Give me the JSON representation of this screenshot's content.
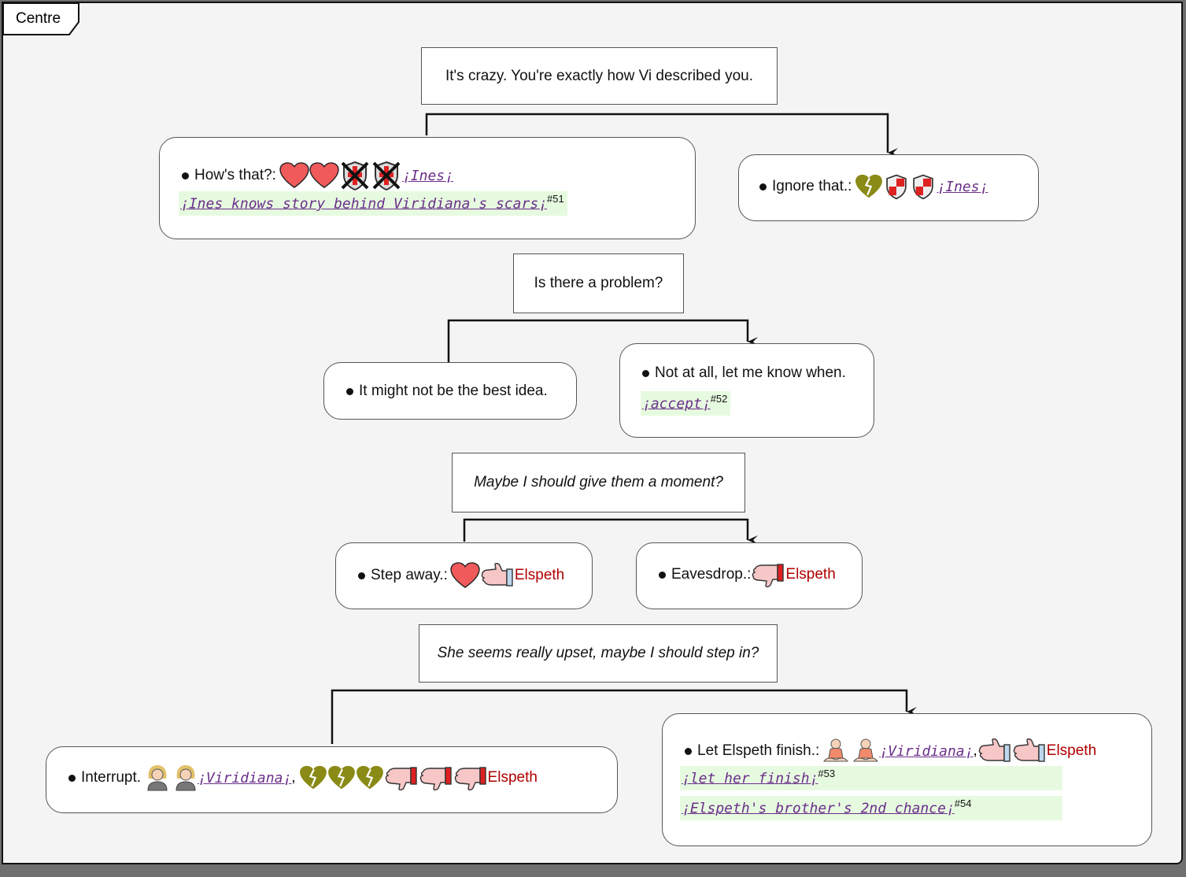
{
  "frame": {
    "title": "Centre"
  },
  "prompts": [
    {
      "text": "It's crazy. You're exactly how Vi described you."
    },
    {
      "text": "Is there a problem?"
    },
    {
      "text": "Maybe I should give them a moment?"
    },
    {
      "text": "She seems really upset, maybe I should step in?"
    }
  ],
  "choices": {
    "hows_that": {
      "label": "How's that?:",
      "link": "¡Ines¡",
      "flag": "¡Ines knows story behind Viridiana's scars¡",
      "flag_num": "#51"
    },
    "ignore": {
      "label": "Ignore that.:",
      "link": "¡Ines¡"
    },
    "not_best": {
      "label": "It might not be the best idea."
    },
    "not_at_all": {
      "label": "Not at all, let me know when.",
      "flag": "¡accept¡",
      "flag_num": "#52"
    },
    "step_away": {
      "label": "Step away.:",
      "name": "Elspeth"
    },
    "eavesdrop": {
      "label": "Eavesdrop.:",
      "name": "Elspeth"
    },
    "interrupt": {
      "label": "Interrupt.",
      "link": "¡Viridiana¡",
      "comma": ",",
      "name": "Elspeth"
    },
    "let_finish": {
      "label": "Let Elspeth finish.:",
      "link": "¡Viridiana¡",
      "comma": ",",
      "name": "Elspeth",
      "flag1": "¡let her finish¡",
      "flag1_num": "#53",
      "flag2": "¡Elspeth's brother's 2nd chance¡",
      "flag2_num": "#54"
    }
  },
  "icons": {
    "heart": "heart-icon",
    "broken_heart": "broken-heart-icon",
    "shield": "shield-icon",
    "crossed_shield": "crossed-shield-icon",
    "thumbs_up": "thumbs-up-icon",
    "thumbs_down": "thumbs-down-icon",
    "person": "person-icon",
    "meditate": "meditating-person-icon"
  },
  "colors": {
    "heart": "#f05a5a",
    "broken_heart": "#8a8a16",
    "link": "#6b2f8a",
    "name": "#b00000",
    "flag_bg": "#e6fae0"
  }
}
